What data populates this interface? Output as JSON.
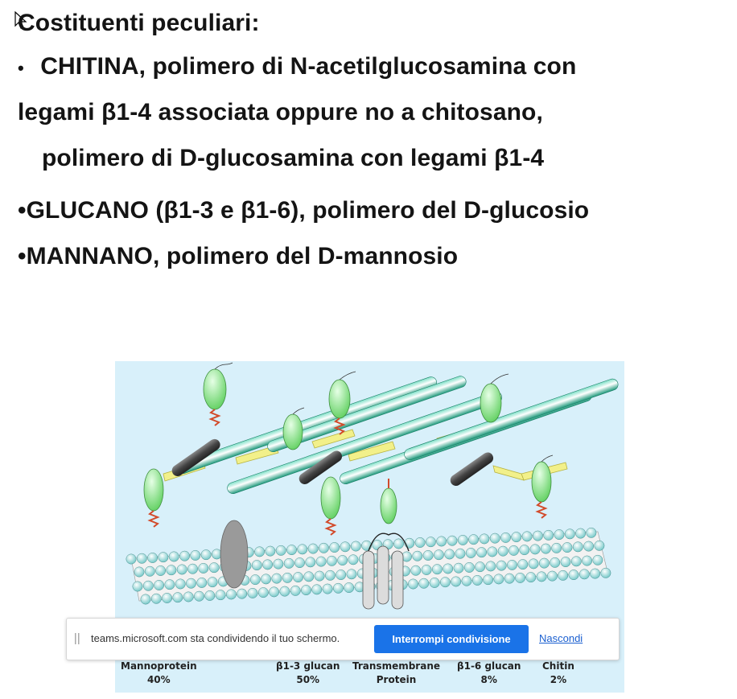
{
  "slide": {
    "title": "Costituenti peculiari:",
    "bullet1_line1": "CHITINA, polimero di N-acetilglucosamina con",
    "bullet1_line2": "legami β1-4  associata oppure no a chitosano,",
    "bullet1_line3": "polimero di D-glucosamina con  legami β1-4",
    "bullet2": "GLUCANO (β1-3 e β1-6), polimero del D-glucosio",
    "bullet3": "MANNANO, polimero del D-mannosio",
    "bullet_symbol_small": "•",
    "bullet_symbol": "•"
  },
  "figure": {
    "labels": [
      {
        "name": "Mannoprotein",
        "value": "40%"
      },
      {
        "name": "β1-3 glucan",
        "value": "50%"
      },
      {
        "name": "Transmembrane",
        "value": "Protein"
      },
      {
        "name": "β1-6 glucan",
        "value": "8%"
      },
      {
        "name": "Chitin",
        "value": "2%"
      }
    ],
    "colors": {
      "background": "#d8f0fa",
      "glucan_rod": "#2fa88a",
      "yellow_link": "#f2f08a",
      "mannoprotein": "#8fe08f",
      "chitin_rod": "#4a4a4a",
      "linker": "#d24a2a"
    }
  },
  "share_bar": {
    "message": "teams.microsoft.com sta condividendo il tuo schermo.",
    "stop_label": "Interrompi condivisione",
    "hide_label": "Nascondi"
  }
}
